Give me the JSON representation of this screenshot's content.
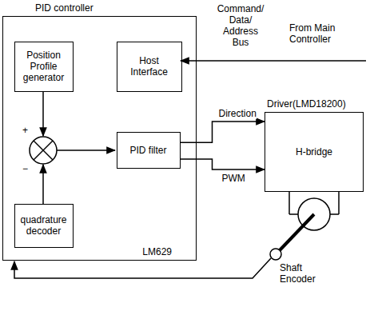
{
  "diagram": {
    "nodes": [
      {
        "text": [
          "PID controller",
          "LM629"
        ]
      },
      {
        "text": [
          "Position Profile generator"
        ],
        "in": 0
      },
      {
        "text": [
          "Host Interface"
        ],
        "in": 0
      },
      {
        "text": [
          "PID filter"
        ],
        "in": 0
      },
      {
        "text": [
          "quadrature decoder"
        ],
        "in": 0
      },
      {
        "text": [
          "Driver(LMD18200)",
          "H-bridge"
        ]
      }
    ],
    "edges": [
      {
        "from": 3,
        "to": 5,
        "label": "Direction",
        "arrow": "to"
      },
      {
        "from": 3,
        "to": 5,
        "label": "PWM",
        "arrow": "to"
      }
    ],
    "labels": [
      "+",
      "−",
      "Command/ Data/ Address Bus",
      "From Main Controller",
      "Shaft Encoder"
    ]
  }
}
